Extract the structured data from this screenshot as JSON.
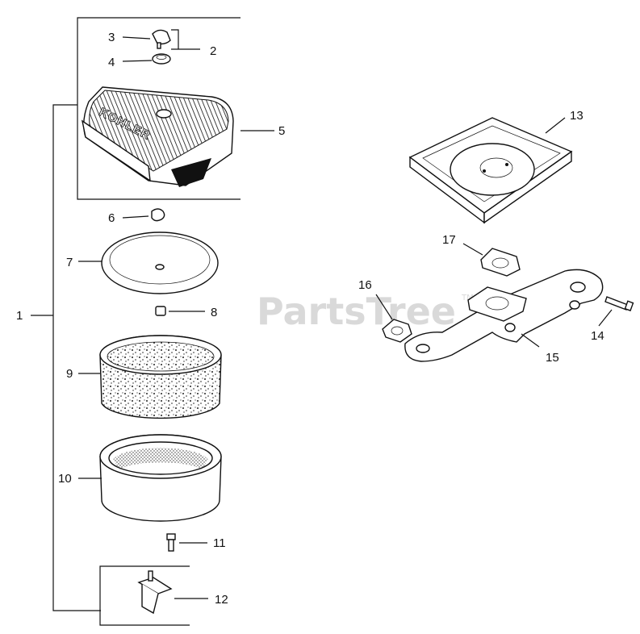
{
  "watermark": {
    "text": "PartsTree",
    "trademark": "TM"
  },
  "brand_text": "KOHLER",
  "callouts": [
    {
      "id": "c1",
      "text": "1"
    },
    {
      "id": "c2",
      "text": "2"
    },
    {
      "id": "c3",
      "text": "3"
    },
    {
      "id": "c4",
      "text": "4"
    },
    {
      "id": "c5",
      "text": "5"
    },
    {
      "id": "c6",
      "text": "6"
    },
    {
      "id": "c7",
      "text": "7"
    },
    {
      "id": "c8",
      "text": "8"
    },
    {
      "id": "c9",
      "text": "9"
    },
    {
      "id": "c10",
      "text": "10"
    },
    {
      "id": "c11",
      "text": "11"
    },
    {
      "id": "c12",
      "text": "12"
    },
    {
      "id": "c13",
      "text": "13"
    },
    {
      "id": "c14",
      "text": "14"
    },
    {
      "id": "c15",
      "text": "15"
    },
    {
      "id": "c16",
      "text": "16"
    },
    {
      "id": "c17",
      "text": "17"
    }
  ]
}
